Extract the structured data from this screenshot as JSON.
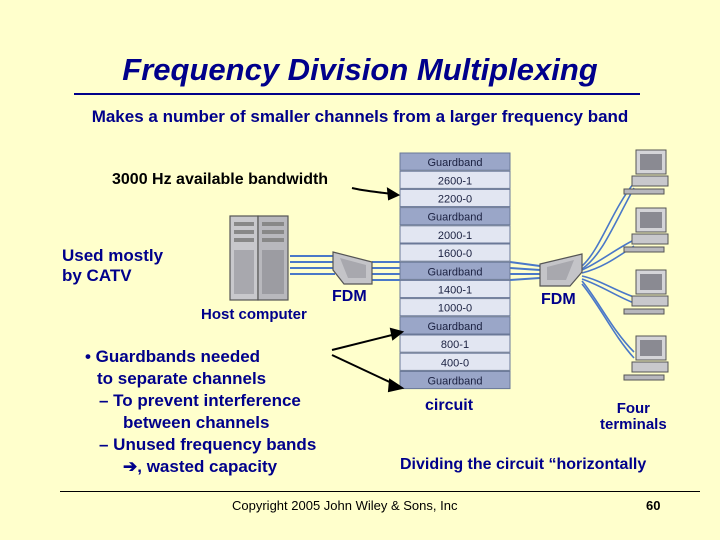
{
  "slide": {
    "title": "Frequency Division Multiplexing",
    "subtitle": "Makes a number of smaller channels from a larger frequency band",
    "bandwidth_label": "3000 Hz available bandwidth",
    "catv_line1": "Used mostly",
    "catv_line2": "by CATV",
    "host_label": "Host computer",
    "fdm_left": "FDM",
    "fdm_right": "FDM",
    "circuit_label": "circuit",
    "terminals_line1": "Four",
    "terminals_line2": "terminals",
    "dividing_text": "Dividing the circuit “horizontally",
    "bullets": {
      "b1": "• Guardbands needed",
      "b1_cont": "to separate channels",
      "s1": "– To prevent interference",
      "s1_cont": "between channels",
      "s2": "– Unused frequency bands",
      "s2_arrow": "➔",
      "s2_cont": ", wasted capacity"
    },
    "copyright": "Copyright 2005 John Wiley & Sons, Inc",
    "page_number": "60"
  },
  "band_stack": [
    {
      "label": "Guardband",
      "guard": true
    },
    {
      "label": "2600-1",
      "guard": false
    },
    {
      "label": "2200-0",
      "guard": false
    },
    {
      "label": "Guardband",
      "guard": true
    },
    {
      "label": "2000-1",
      "guard": false
    },
    {
      "label": "1600-0",
      "guard": false
    },
    {
      "label": "Guardband",
      "guard": true
    },
    {
      "label": "1400-1",
      "guard": false
    },
    {
      "label": "1000-0",
      "guard": false
    },
    {
      "label": "Guardband",
      "guard": true
    },
    {
      "label": "800-1",
      "guard": false
    },
    {
      "label": "400-0",
      "guard": false
    },
    {
      "label": "Guardband",
      "guard": true
    }
  ],
  "colors": {
    "background": "#ffffcc",
    "title": "#00008b",
    "guardband": "#9aa6c8",
    "channel": "#e2e6f2",
    "wire": "#4a78c8"
  }
}
